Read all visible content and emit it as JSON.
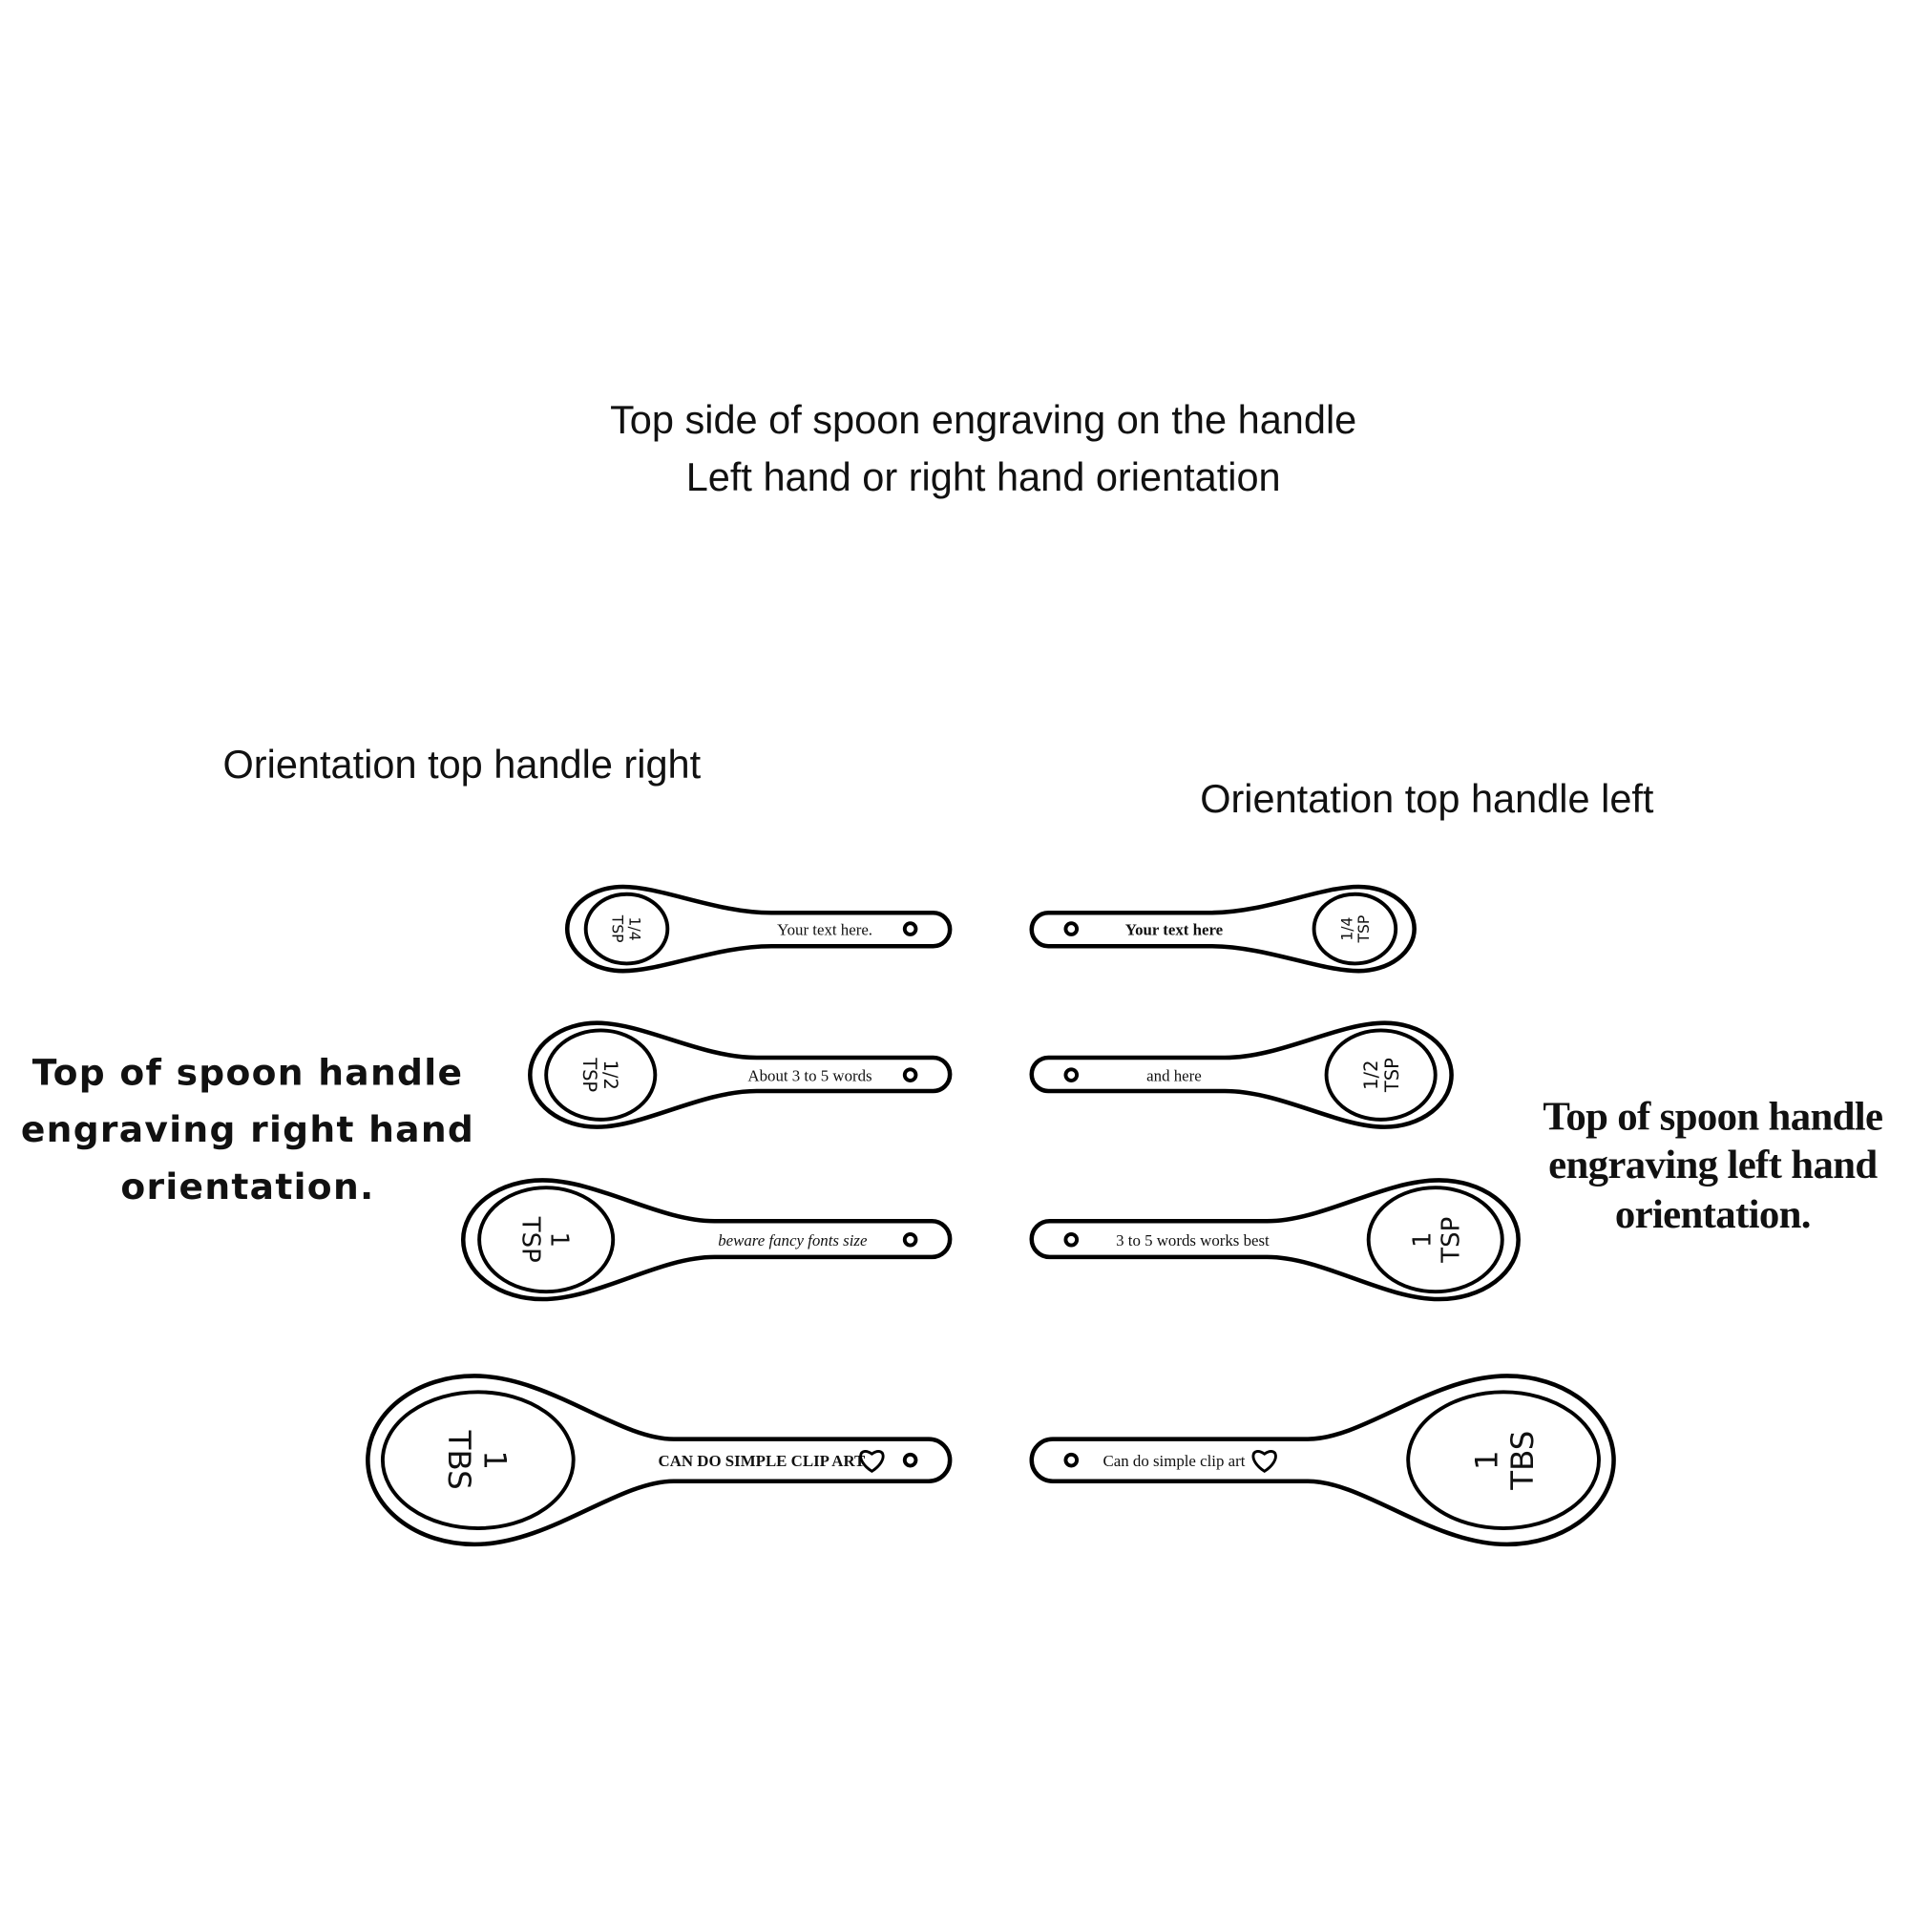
{
  "title": {
    "line1": "Top side of spoon engraving on the handle",
    "line2": "Left hand or right hand orientation"
  },
  "headings": {
    "right": "Orientation top handle right",
    "left": "Orientation top handle left"
  },
  "side_notes": {
    "right_hand": [
      "Top of spoon handle",
      "engraving right hand",
      "orientation."
    ],
    "left_hand": [
      "Top of spoon handle",
      "engraving left hand",
      "orientation."
    ]
  },
  "spoons": [
    {
      "size": "1/4",
      "unit": "TSP",
      "left_text": "Your text here.",
      "right_text": "Your text here"
    },
    {
      "size": "1/2",
      "unit": "TSP",
      "left_text": "About 3 to 5 words",
      "right_text": "and here"
    },
    {
      "size": "1",
      "unit": "TSP",
      "left_text": "beware fancy fonts size",
      "right_text": "3 to 5 words works best"
    },
    {
      "size": "1",
      "unit": "TBS",
      "left_text": "CAN DO SIMPLE CLIP ART",
      "right_text": "Can do simple clip art",
      "heart": true
    }
  ]
}
